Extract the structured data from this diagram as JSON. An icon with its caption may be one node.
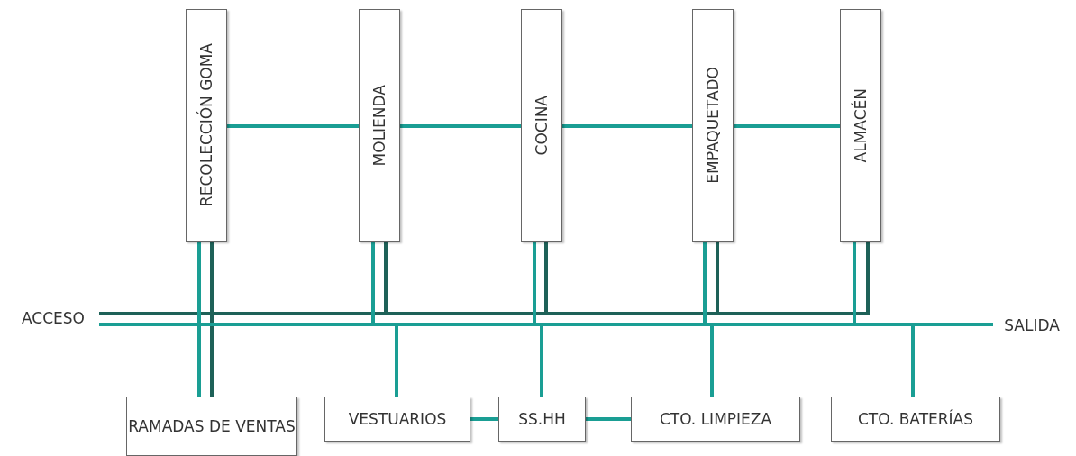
{
  "diagram": {
    "nodes": [
      {
        "text": [
          "RECOLECCIÓN GOMA"
        ]
      },
      {
        "text": [
          "MOLIENDA"
        ]
      },
      {
        "text": [
          "COCINA"
        ]
      },
      {
        "text": [
          "EMPAQUETADO"
        ]
      },
      {
        "text": [
          "ALMACÉN"
        ]
      },
      {
        "text": [
          "ACCESO"
        ]
      },
      {
        "text": [
          "SALIDA"
        ]
      },
      {
        "text": [
          "RAMADAS DE VENTAS"
        ]
      },
      {
        "text": [
          "VESTUARIOS"
        ]
      },
      {
        "text": [
          "SS.HH"
        ]
      },
      {
        "text": [
          "CTO. LIMPIEZA"
        ]
      },
      {
        "text": [
          "CTO. BATERÍAS"
        ]
      }
    ],
    "edges": [
      {
        "from": 0,
        "to": 1,
        "arrow": "none"
      },
      {
        "from": 1,
        "to": 2,
        "arrow": "none"
      },
      {
        "from": 2,
        "to": 3,
        "arrow": "none"
      },
      {
        "from": 3,
        "to": 4,
        "arrow": "none"
      },
      {
        "from": 5,
        "to": 0,
        "arrow": "none",
        "color": "#1e6158"
      },
      {
        "from": 5,
        "to": 1,
        "arrow": "none",
        "color": "#1e6158"
      },
      {
        "from": 5,
        "to": 2,
        "arrow": "none",
        "color": "#1e6158"
      },
      {
        "from": 5,
        "to": 3,
        "arrow": "none",
        "color": "#1e6158"
      },
      {
        "from": 5,
        "to": 4,
        "arrow": "none",
        "color": "#1e6158"
      },
      {
        "from": 5,
        "to": 7,
        "arrow": "none",
        "color": "#1e6158"
      },
      {
        "from": 5,
        "to": 6,
        "arrow": "none"
      },
      {
        "from": 0,
        "to": 6,
        "arrow": "none"
      },
      {
        "from": 1,
        "to": 6,
        "arrow": "none"
      },
      {
        "from": 2,
        "to": 6,
        "arrow": "none"
      },
      {
        "from": 3,
        "to": 6,
        "arrow": "none"
      },
      {
        "from": 4,
        "to": 6,
        "arrow": "none"
      },
      {
        "from": 7,
        "to": 6,
        "arrow": "none"
      },
      {
        "from": 8,
        "to": 6,
        "arrow": "none"
      },
      {
        "from": 9,
        "to": 6,
        "arrow": "none"
      },
      {
        "from": 10,
        "to": 6,
        "arrow": "none"
      },
      {
        "from": 11,
        "to": 6,
        "arrow": "none"
      },
      {
        "from": 8,
        "to": 9,
        "arrow": "none"
      },
      {
        "from": 9,
        "to": 10,
        "arrow": "none"
      }
    ]
  }
}
